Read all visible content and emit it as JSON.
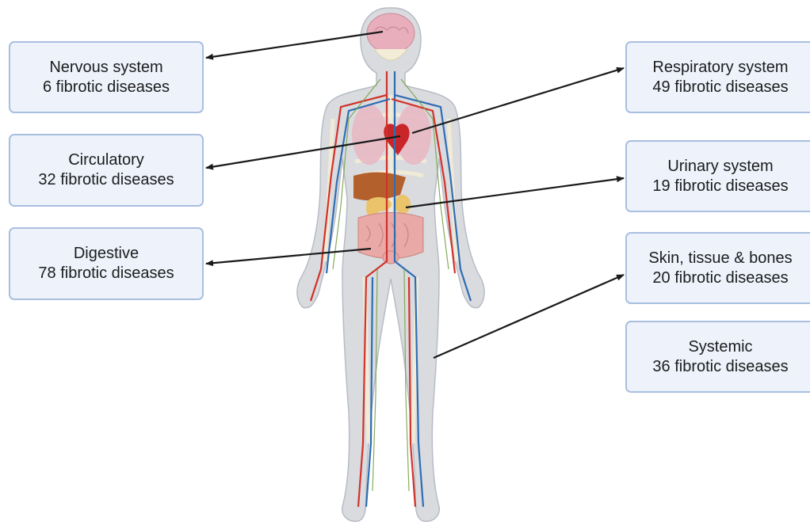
{
  "systems": {
    "nervous": {
      "name": "Nervous system",
      "count": "6 fibrotic diseases"
    },
    "circulatory": {
      "name": "Circulatory",
      "count": "32 fibrotic diseases"
    },
    "digestive": {
      "name": "Digestive",
      "count": "78 fibrotic diseases"
    },
    "respiratory": {
      "name": "Respiratory system",
      "count": "49 fibrotic diseases"
    },
    "urinary": {
      "name": "Urinary system",
      "count": "19 fibrotic diseases"
    },
    "skin": {
      "name": "Skin, tissue & bones",
      "count": "20 fibrotic diseases"
    },
    "systemic": {
      "name": "Systemic",
      "count": "36 fibrotic diseases"
    }
  },
  "colors": {
    "box_fill": "#edf2fb",
    "box_border": "#a9bfe0",
    "arrow": "#1a1a1a",
    "skin": "#d9dbdf",
    "bone": "#f3ecd6",
    "artery": "#d2322b",
    "vein": "#2f6db3",
    "lymph": "#7aa34a",
    "brain": "#e8aebb",
    "lung": "#e7b8c4",
    "heart": "#c9262a",
    "liver": "#b4602c",
    "intestine": "#e9a9a6",
    "pancreas": "#eac36a"
  },
  "figure_icon": "human-body-anatomy-illustration"
}
